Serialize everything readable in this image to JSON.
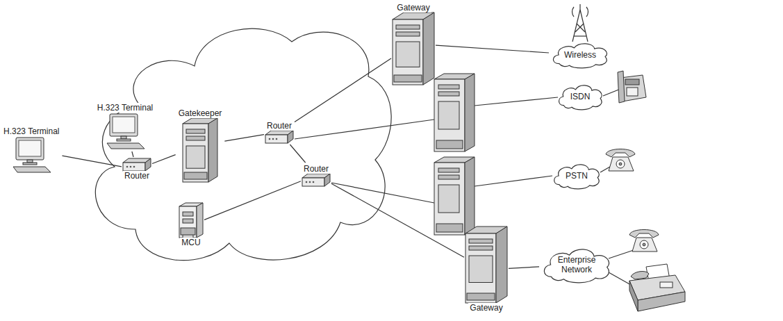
{
  "diagram": {
    "nodes": [
      {
        "text": [
          "H.323 Terminal"
        ]
      },
      {
        "text": [
          "H.323 Terminal"
        ]
      },
      {
        "text": [
          "Gatekeeper"
        ]
      },
      {
        "text": [
          "Router"
        ]
      },
      {
        "text": [
          "Router"
        ]
      },
      {
        "text": [
          "Router"
        ]
      },
      {
        "text": [
          "MCU"
        ]
      },
      {
        "text": [
          "Gateway"
        ]
      },
      {
        "text": [
          "Gateway"
        ]
      },
      {
        "text": [
          "Wireless"
        ]
      },
      {
        "text": [
          "ISDN"
        ]
      },
      {
        "text": [
          "PSTN"
        ]
      },
      {
        "text": [
          "Enterprise Network"
        ]
      }
    ],
    "edges": [
      {
        "from": 0,
        "to": 3,
        "arrow": "none"
      },
      {
        "from": 1,
        "to": 3,
        "arrow": "none"
      },
      {
        "from": 3,
        "to": 2,
        "arrow": "none"
      },
      {
        "from": 2,
        "to": 4,
        "arrow": "none"
      },
      {
        "from": 4,
        "to": 5,
        "arrow": "none"
      },
      {
        "from": 4,
        "to": 7,
        "arrow": "none"
      },
      {
        "from": 5,
        "to": 6,
        "arrow": "none"
      },
      {
        "from": 5,
        "to": 8,
        "arrow": "none"
      },
      {
        "from": 7,
        "to": 9,
        "arrow": "none"
      },
      {
        "from": 8,
        "to": 12,
        "arrow": "none"
      }
    ]
  }
}
